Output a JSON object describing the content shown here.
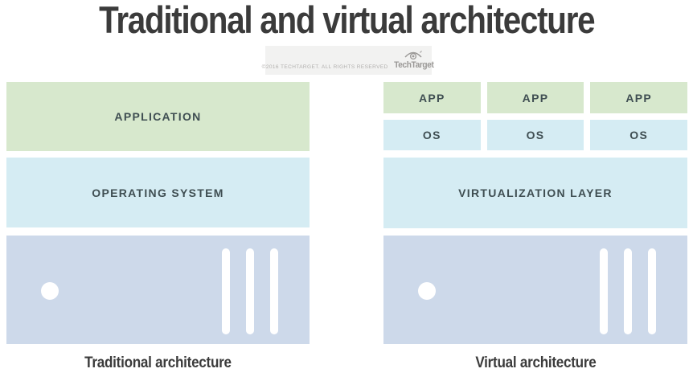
{
  "title": "Traditional and virtual architecture",
  "watermark": {
    "copyright": "©2016 TECHTARGET. ALL RIGHTS RESERVED",
    "brand": "TechTarget"
  },
  "colors": {
    "app_green": "#d7e8cd",
    "os_blue": "#d5ecf3",
    "server_blue": "#cdd9ea",
    "label_text": "#3f4e52",
    "heading_text": "#3b3b3b"
  },
  "traditional": {
    "application_label": "APPLICATION",
    "operating_system_label": "OPERATING SYSTEM",
    "caption": "Traditional architecture"
  },
  "virtual": {
    "app_labels": [
      "APP",
      "APP",
      "APP"
    ],
    "os_labels": [
      "OS",
      "OS",
      "OS"
    ],
    "virtualization_label": "VIRTUALIZATION LAYER",
    "caption": "Virtual architecture"
  }
}
